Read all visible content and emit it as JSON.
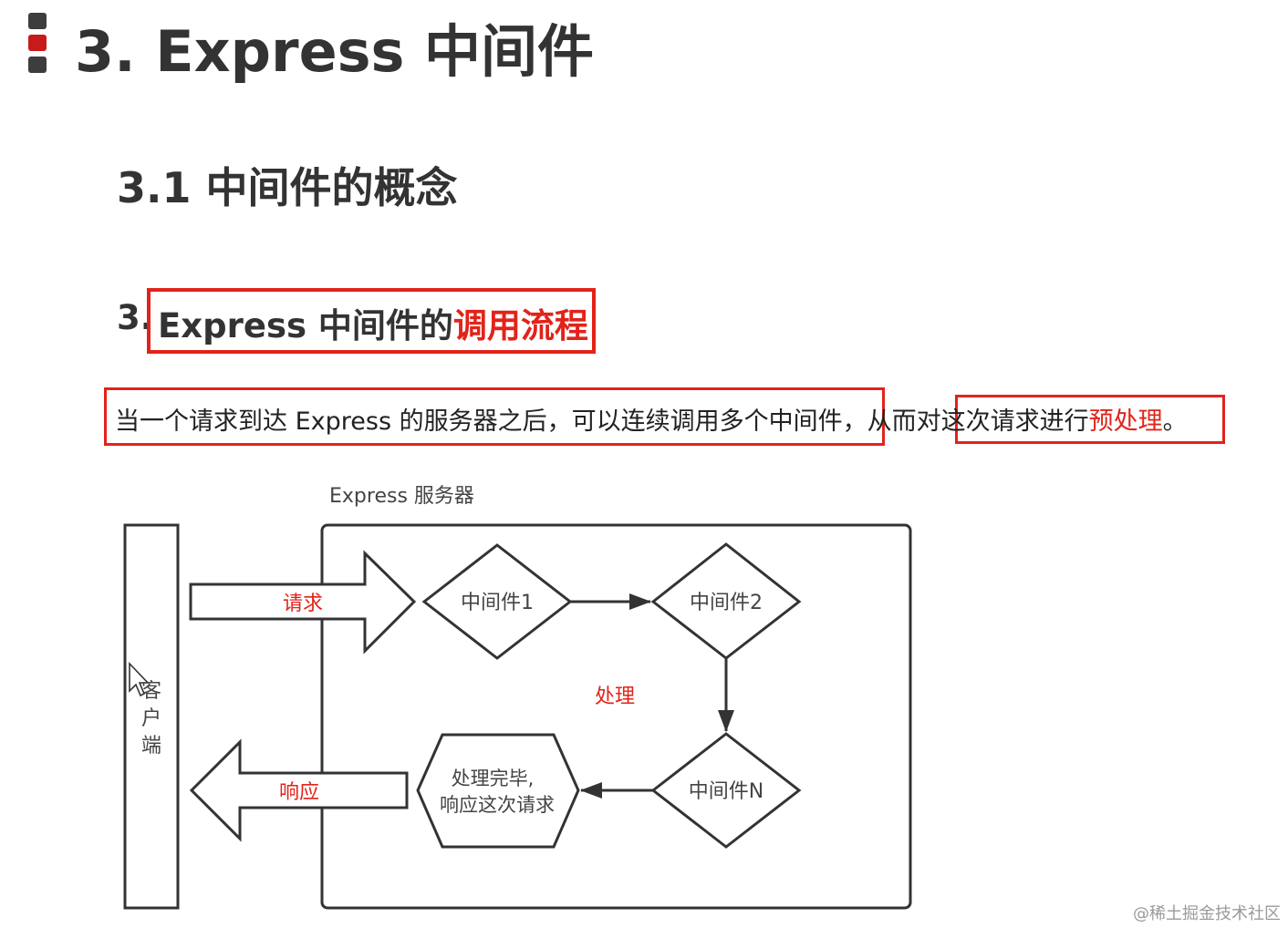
{
  "heading1": "3. Express 中间件",
  "heading2": "3.1 中间件的概念",
  "heading3": {
    "number": "3.",
    "text_plain": "Express 中间件的",
    "text_highlight": "调用流程"
  },
  "paragraph": {
    "part1": "当一个请求到达 Express 的服务器之后，可以连续调用多个中间件，从而",
    "part2": "对这次请求进行",
    "highlight": "预处理",
    "end": "。"
  },
  "diagram": {
    "server_label": "Express 服务器",
    "client_label": [
      "客",
      "户",
      "端"
    ],
    "request_label": "请求",
    "response_label": "响应",
    "middleware1": "中间件1",
    "middleware2": "中间件2",
    "middlewareN": "中间件N",
    "process_label": "处理",
    "done_line1": "处理完毕,",
    "done_line2": "响应这次请求"
  },
  "watermark": "@稀土掘金技术社区",
  "colors": {
    "accent_red": "#e2231a",
    "dark_text": "#333333",
    "diagram_stroke": "#333333"
  }
}
